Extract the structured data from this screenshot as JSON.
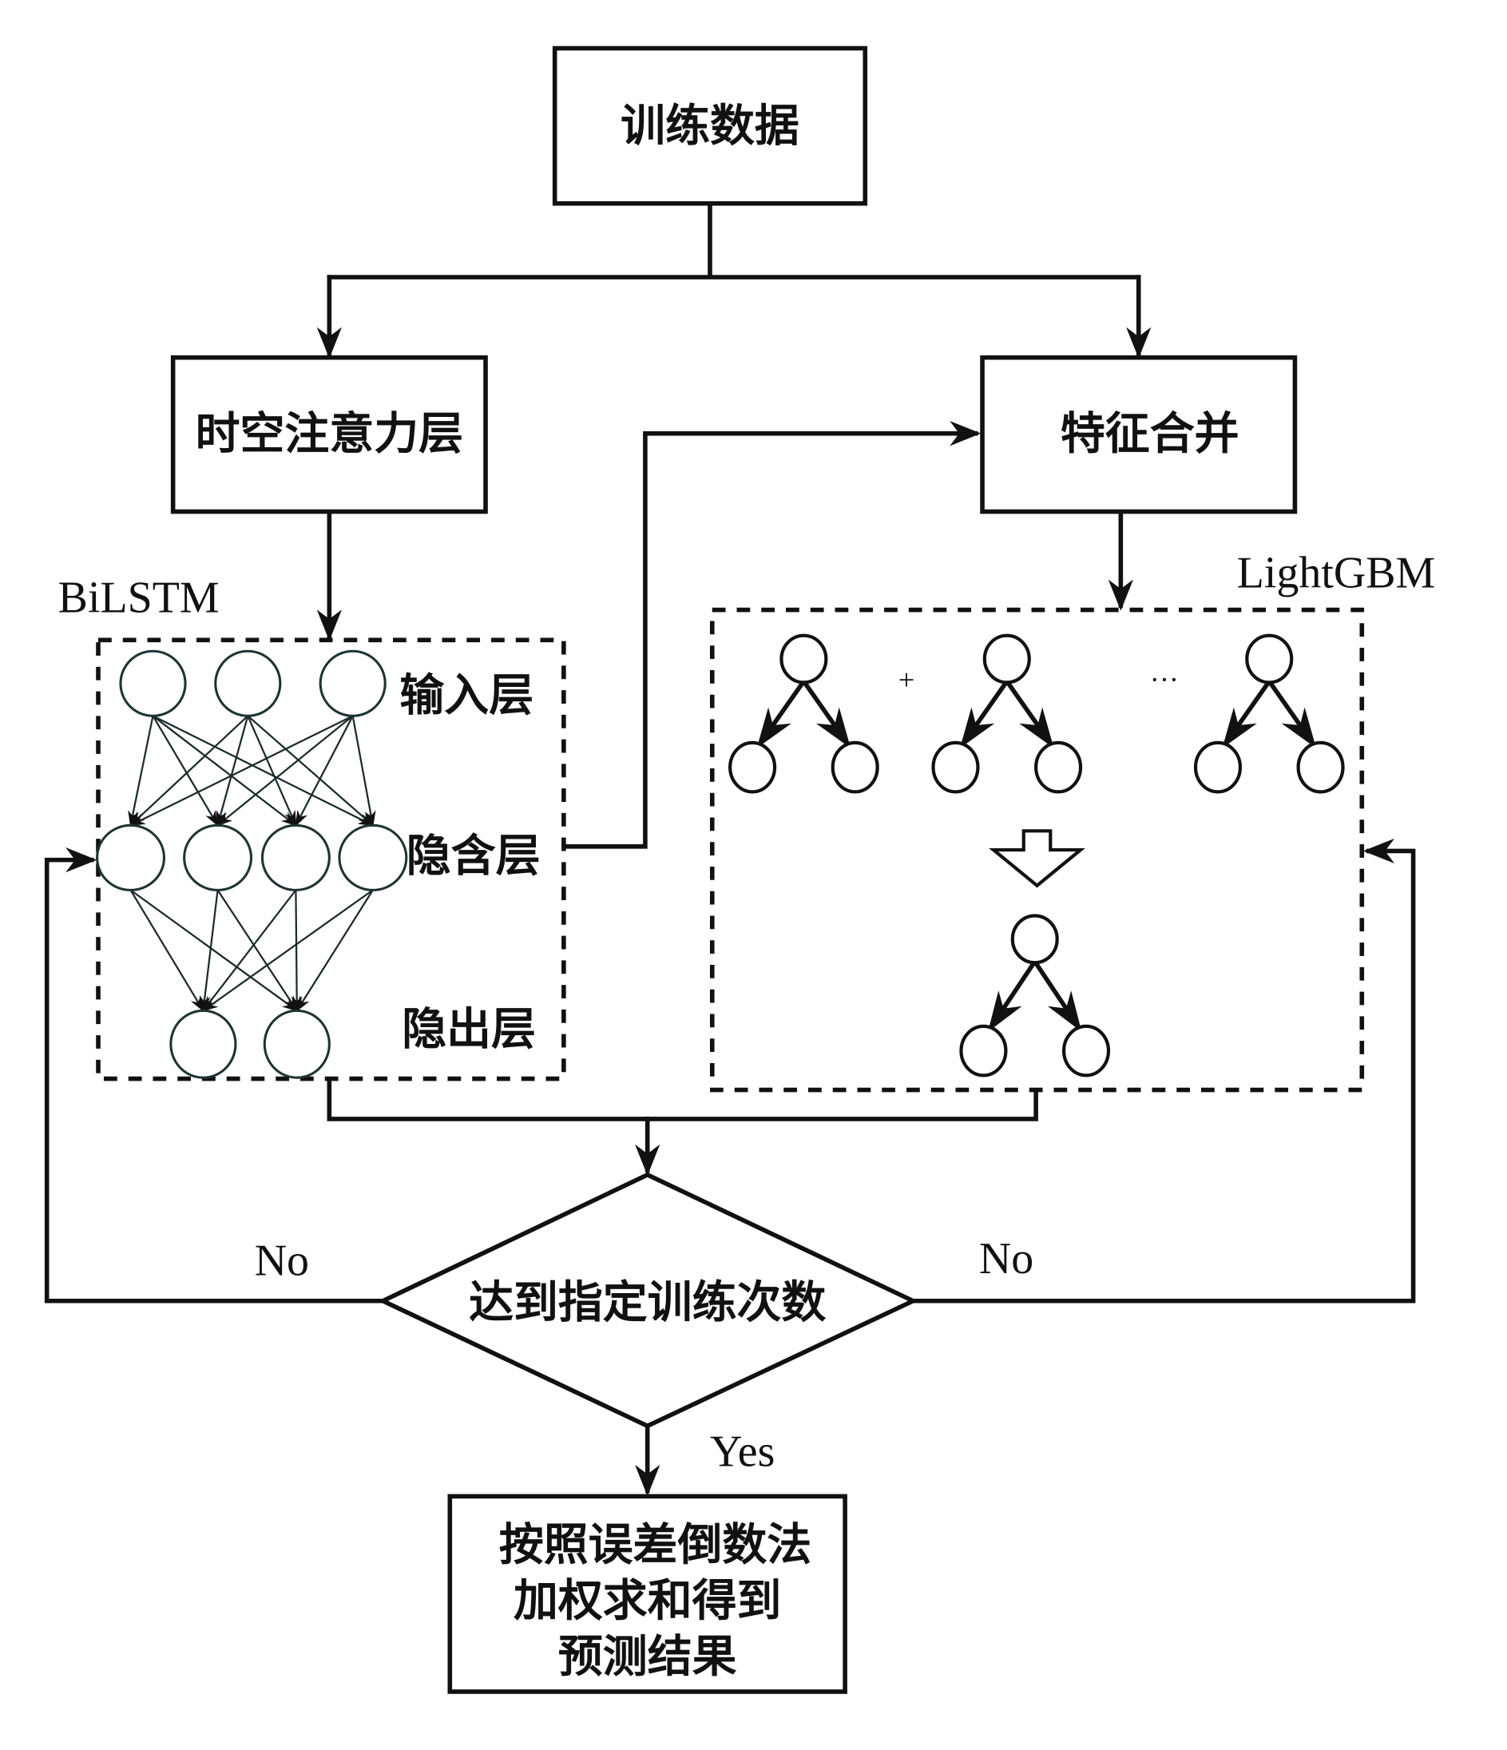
{
  "diagram": {
    "type": "flowchart",
    "nodes": {
      "training_data": "训练数据",
      "spatiotemporal_attention": "时空注意力层",
      "feature_merge": "特征合并",
      "decision": "达到指定训练次数",
      "result_lines": [
        "按照误差倒数法",
        "加权求和得到",
        "预测结果"
      ]
    },
    "bilstm": {
      "title": "BiLSTM",
      "layers": {
        "input": "输入层",
        "hidden": "隐含层",
        "output": "隐出层"
      },
      "node_counts": {
        "input": 3,
        "hidden": 4,
        "output": 2
      }
    },
    "lightgbm": {
      "title": "LightGBM",
      "plus": "+",
      "ellipsis": "···"
    },
    "edges": {
      "no_left": "No",
      "no_right": "No",
      "yes": "Yes"
    }
  }
}
